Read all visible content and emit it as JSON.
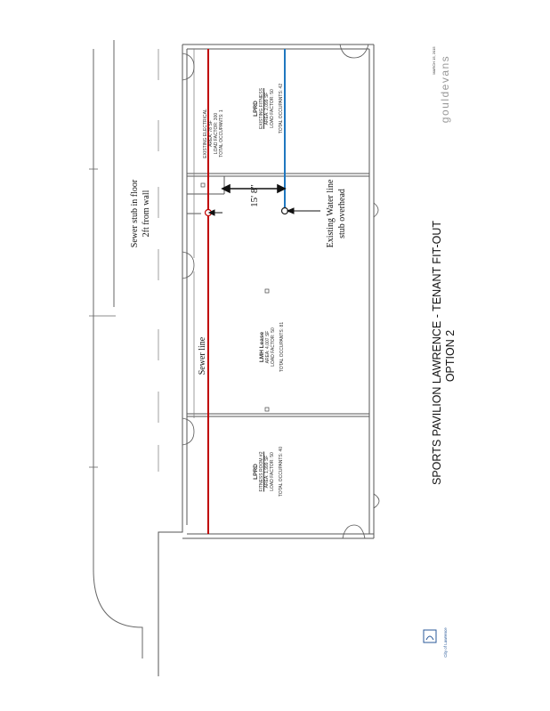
{
  "title": {
    "line1": "SPORTS PAVILION LAWRENCE - TENANT FIT-OUT",
    "line2": "OPTION 2"
  },
  "firm": {
    "name": "gouldevans",
    "date": "MARCH 15, 2015"
  },
  "logo": {
    "text": "City of Lawrence"
  },
  "annotations": {
    "sewer_stub": [
      "Sewer stub in floor",
      "2ft from wall"
    ],
    "water_stub": [
      "Existing Water line",
      "stub overhead"
    ],
    "sewer_line": "Sewer line",
    "dimension": "15' 8\""
  },
  "rooms": {
    "electrical": {
      "lines": [
        "EXISTING ELECTRICAL",
        "AREA: 78 SF",
        "LOAD FACTOR: 300",
        "TOTAL OCCUPANTS: 1"
      ]
    },
    "fitness_existing": {
      "name": "LPRD",
      "sub": "EXISTING FITNESS",
      "area": "AREA: 2,099 SF",
      "load": "LOAD FACTOR: 50",
      "occupants": "TOTAL OCCUPANTS: 42"
    },
    "lmh": {
      "name": "LMH Lease",
      "area": "AREA: 4,007 SF",
      "load": "LOAD FACTOR: 50",
      "occupants": "TOTAL OCCUPANTS: 81"
    },
    "fitness_room2": {
      "name": "LPRD",
      "sub": "FITNESS ROOM #2",
      "area": "AREA: 1,999 SF",
      "load": "LOAD FACTOR: 50",
      "occupants": "TOTAL OCCUPANTS: 40"
    }
  },
  "colors": {
    "sewer_line": "#c00000",
    "water_line": "#1f77c0",
    "walls": "#555555"
  }
}
